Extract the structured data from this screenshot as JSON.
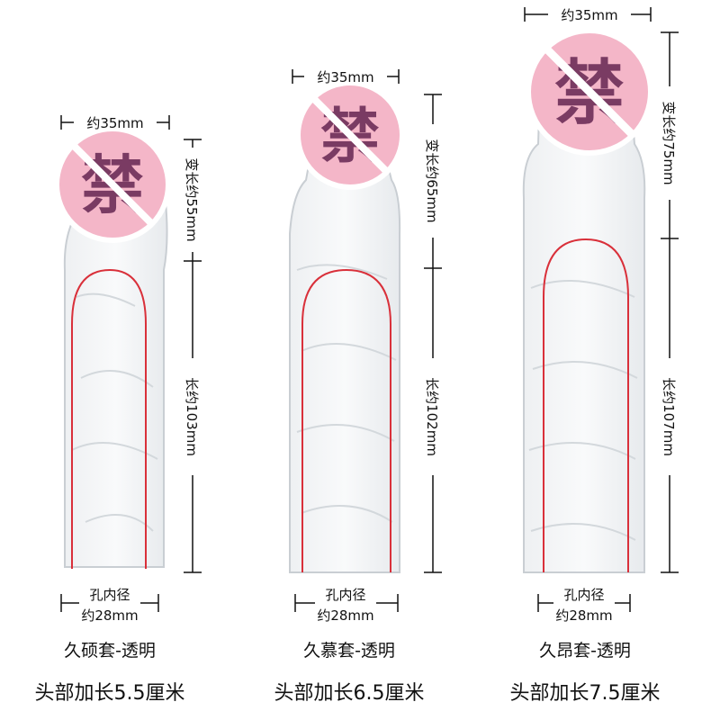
{
  "products": [
    {
      "top_width": "约35mm",
      "head_extension_label": "变长约55mm",
      "length_label": "长约103mm",
      "bore_label_line1": "孔内径",
      "bore_label_line2": "约28mm",
      "name": "久硕套-透明",
      "subtitle": "头部加长5.5厘米"
    },
    {
      "top_width": "约35mm",
      "head_extension_label": "变长约65mm",
      "length_label": "长约102mm",
      "bore_label_line1": "孔内径",
      "bore_label_line2": "约28mm",
      "name": "久慕套-透明",
      "subtitle": "头部加长6.5厘米"
    },
    {
      "top_width": "约35mm",
      "head_extension_label": "变长约75mm",
      "length_label": "长约107mm",
      "bore_label_line1": "孔内径",
      "bore_label_line2": "约28mm",
      "name": "久昂套-透明",
      "subtitle": "头部加长7.5厘米"
    }
  ],
  "censor_mark": "禁",
  "colors": {
    "censor_circle": "#f4b6c8",
    "censor_glyph": "#7a3b63",
    "inner_outline": "#d9303a",
    "dimension_line": "#111111"
  }
}
